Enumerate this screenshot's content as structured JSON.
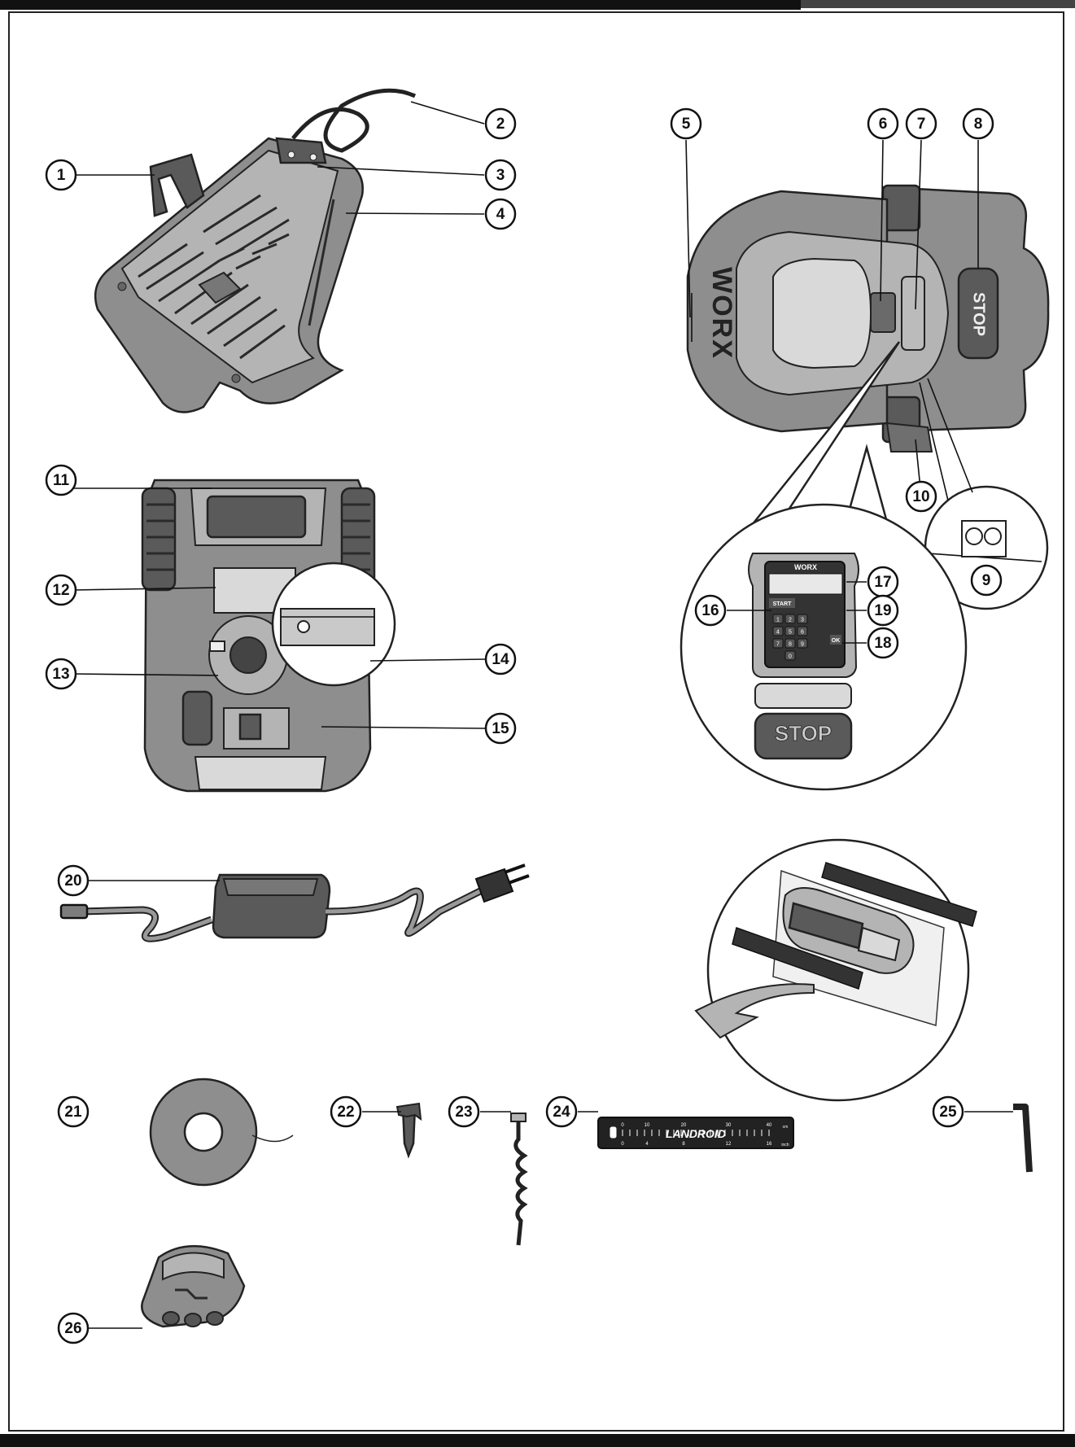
{
  "callouts": [
    "1",
    "2",
    "3",
    "4",
    "5",
    "6",
    "7",
    "8",
    "9",
    "10",
    "11",
    "12",
    "13",
    "14",
    "15",
    "16",
    "17",
    "18",
    "19",
    "20",
    "21",
    "22",
    "23",
    "24",
    "25",
    "26"
  ],
  "mower": {
    "brand_text": "WORX",
    "stop_text": "STOP"
  },
  "keypad": {
    "brand_text": "WORX",
    "start_label": "START",
    "ok_label": "OK",
    "digits": [
      "1",
      "2",
      "3",
      "4",
      "5",
      "6",
      "7",
      "8",
      "9",
      "0"
    ]
  },
  "ruler": {
    "brand_text": "LANDROID",
    "top_ticks": [
      "0",
      "10",
      "20",
      "30",
      "40"
    ],
    "bottom_ticks": [
      "0",
      "4",
      "8",
      "12",
      "16"
    ],
    "unit_top": "cm",
    "unit_bottom": "inch"
  },
  "colors": {
    "ink": "#111111",
    "body": "#8e8e8e",
    "dark": "#5a5a5a",
    "light": "#d9d9d9"
  }
}
